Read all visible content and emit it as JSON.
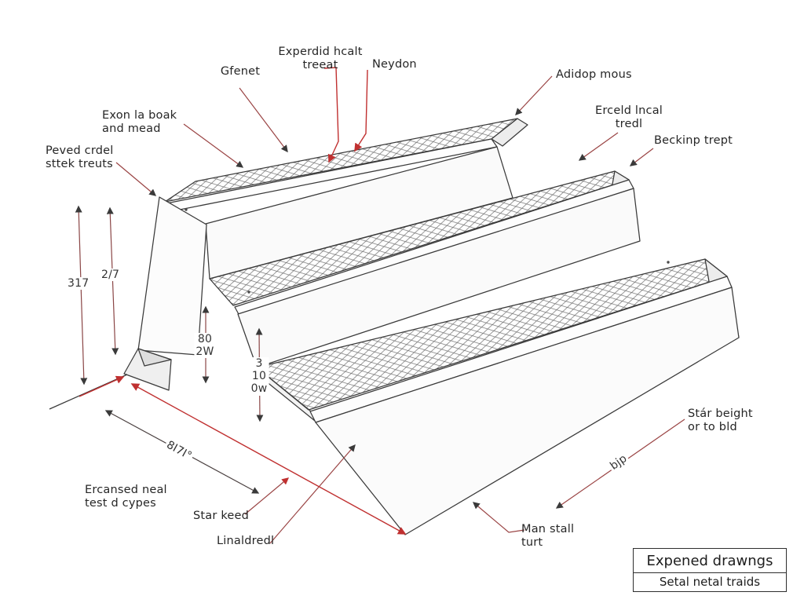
{
  "colors": {
    "outline": "#3a3a3a",
    "leader": "#9a4444",
    "bright_red": "#c03030",
    "dim_shaft": "#8a4545",
    "mesh_stroke": "#6e6e6e",
    "text": "#262626"
  },
  "callouts": {
    "gfenet": "Gfenet",
    "experdid_l1": "Experdid hcalt",
    "experdid_l2": "treeat",
    "neydon": "Neydon",
    "adidop": "Adidop mous",
    "exon_l1": "Exon la boak",
    "exon_l2": "and mead",
    "erceld_l1": "Erceld lncal",
    "erceld_l2": "tredl",
    "becking": "Beckinp trept",
    "peved_l1": "Peved crdel",
    "peved_l2": "sttek treuts",
    "ercansed_l1": "Ercansed neal",
    "ercansed_l2": "test d cypes",
    "star_keed": "Star keed",
    "linaldredl": "Linaldredl",
    "man_stall_l1": "Man stall",
    "man_stall_l2": "turt",
    "stair_height_l1": "Stár beight",
    "stair_height_l2": "or to bld"
  },
  "dimensions": {
    "height_left": "317",
    "height_left2": "2/7",
    "mid_l1": "80",
    "mid_l2": "2W",
    "mid2_l1": "3",
    "mid2_l2": "10",
    "mid2_l3": "0w",
    "diagonal": "8I7I°",
    "bjp": "bjp"
  },
  "title_block": {
    "line1": "Expened drawngs",
    "line2": "Setal netal traids"
  }
}
